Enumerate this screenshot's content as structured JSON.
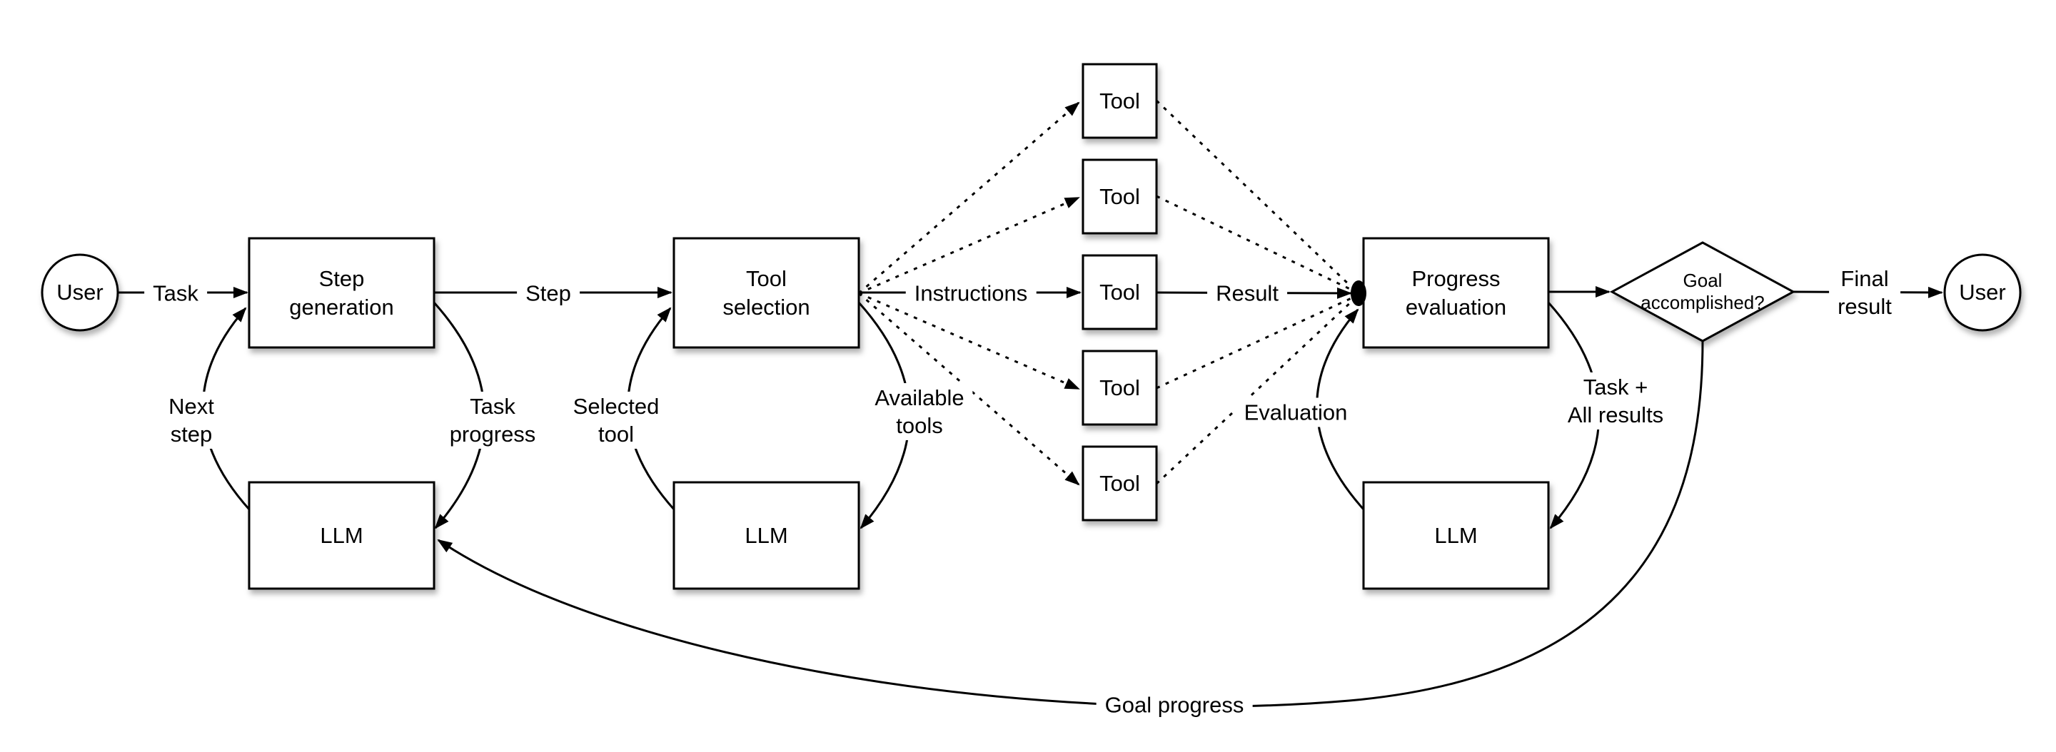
{
  "diagram": {
    "nodes": {
      "user_left": {
        "label": "User"
      },
      "step_generation": {
        "label": "Step\ngeneration"
      },
      "llm_step": {
        "label": "LLM"
      },
      "tool_selection": {
        "label": "Tool\nselection"
      },
      "llm_tool": {
        "label": "LLM"
      },
      "tools": [
        {
          "label": "Tool"
        },
        {
          "label": "Tool"
        },
        {
          "label": "Tool"
        },
        {
          "label": "Tool"
        },
        {
          "label": "Tool"
        }
      ],
      "progress_evaluation": {
        "label": "Progress\nevaluation"
      },
      "llm_eval": {
        "label": "LLM"
      },
      "goal_decision": {
        "label": "Goal\naccomplished?"
      },
      "user_right": {
        "label": "User"
      }
    },
    "edge_labels": {
      "task": "Task",
      "step": "Step",
      "instructions": "Instructions",
      "result": "Result",
      "final_result": "Final\nresult",
      "next_step": "Next\nstep",
      "task_progress": "Task\nprogress",
      "selected_tool": "Selected\ntool",
      "available_tools": "Available\ntools",
      "evaluation": "Evaluation",
      "task_all_results": "Task +\nAll results",
      "goal_progress": "Goal progress"
    },
    "colors": {
      "stroke": "#000000",
      "fill": "#ffffff",
      "background": "#ffffff"
    }
  }
}
